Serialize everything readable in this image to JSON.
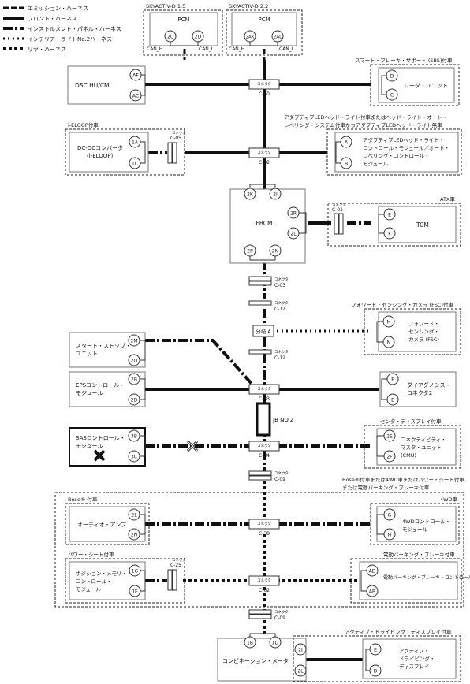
{
  "legend": [
    {
      "label": "エミッション・ハーネス"
    },
    {
      "label": "フロント・ハーネス"
    },
    {
      "label": "インストルメント・パネル・ハーネス"
    },
    {
      "label": "インテリア・ライトNo.2ハーネス"
    },
    {
      "label": "リヤ・ハーネス"
    }
  ],
  "labels": {
    "skyactiv15": "SKYACTIV-D 1.5",
    "skyactiv22": "SKYACTIV-D 2.2",
    "pcm": "PCM",
    "can_h": "CAN_H",
    "can_l": "CAN_L",
    "sbs_cond": "スマート・ブレーキ・サポート (SBS)付車",
    "radar": "レーダ・ユニット",
    "dsc": "DSC HU/CM",
    "eloop_cond": "i-ELOOP付車",
    "dcdc_l1": "DC-DCコンバータ",
    "dcdc_l2": "(i-ELOOP)",
    "led_cond_l1": "アダプティブLEDヘッド・ライト付車またはヘッド・ライト・オート・",
    "led_cond_l2": "レベリング・システム付車かつアダプティブLEDヘッド・ライト無車",
    "led_l1": "アダプティブLEDヘッド・ライト・",
    "led_l2": "コントロール・モジュール／オート・",
    "led_l3": "レベリング・コントロール・",
    "led_l4": "モジュール",
    "atx_cond": "ATX車",
    "fbcm": "FBCM",
    "tcm": "TCM",
    "fsc_cond": "フォワード・センシング・カメラ (FSC)付車",
    "fsc_l1": "フォワード・",
    "fsc_l2": "センシング・",
    "fsc_l3": "カメラ (FSC)",
    "branch_a": "分岐 A",
    "ss_l1": "スタート・ストップ・",
    "ss_l2": "ユニット",
    "eps_l1": "EPSコントロール・",
    "eps_l2": "モジュール",
    "dlc_l1": "ダイアグノシス・",
    "dlc_l2": "コネクタ2",
    "jb": "JB NO.2",
    "center_cond": "センタ・ディスプレイ付車",
    "sas_l1": "SASコントロール・",
    "sas_l2": "モジュール",
    "cmu_l1": "コネクティビティ・",
    "cmu_l2": "マスタ・ユニット",
    "cmu_l3": "(CMU)",
    "bose_cond_l1": "Bose®付車または4WD車またはパワー・シート付車",
    "bose_cond_l2": "または電動パーキング・ブレーキ付車",
    "bose_car": "Bose® 付車",
    "awd_car": "4WD車",
    "audio": "オーディオ・アンプ",
    "awd_l1": "4WDコントロール・",
    "awd_l2": "モジュール",
    "pseat_cond": "パワー・シート付車",
    "epb_cond": "電動パーキング・ブレーキ付車",
    "pos_l1": "ポジション・メモリ・",
    "pos_l2": "コントロール・",
    "pos_l3": "モジュール",
    "epb": "電動パーキング・ブレーキ・コントロール・モジュール",
    "adisp_cond": "アクティブ・ドライビング・ディスプレイ付車",
    "combi": "コンビネーション・メータ",
    "adisp_l1": "アクティブ・",
    "adisp_l2": "ドライビング・",
    "adisp_l3": "ディスプレイ",
    "connector_word": "コネクタ"
  },
  "connectors": {
    "c60": "C-60",
    "c32": "C-32",
    "c05": "C-05",
    "c01": "C-01",
    "c03": "C-03",
    "c12a": "C-12",
    "c12b": "C-12",
    "c33": "C-33",
    "c34": "C-34",
    "c09a": "C-09",
    "c38": "C-38",
    "c25": "C-25",
    "c62": "C-62",
    "c09b": "C-09"
  },
  "pins": {
    "pcm15_a": "2C",
    "pcm15_b": "2D",
    "pcm22_a": "2AK",
    "pcm22_b": "2AL",
    "radar_a": "D",
    "radar_b": "C",
    "dsc_a": "AF",
    "dsc_b": "AC",
    "dcdc_a": "1A",
    "dcdc_b": "1C",
    "led_a": "A",
    "led_b": "B",
    "fb_2k": "2K",
    "fb_2i": "2I",
    "fb_2r": "2R",
    "fb_2l": "2L",
    "fb_2p": "2P",
    "fb_2n": "2N",
    "tcm_a": "E",
    "tcm_b": "F",
    "fsc_a": "M",
    "fsc_b": "N",
    "ss_a": "2M",
    "ss_b": "2O",
    "eps_a": "2B",
    "eps_b": "2D",
    "dlc_a": "F",
    "dlc_b": "E",
    "sas_a": "3B",
    "sas_b": "3C",
    "cmu_a": "2E",
    "cmu_b": "2F",
    "aud_a": "2L",
    "aud_b": "2N",
    "awd_a": "G",
    "awd_b": "H",
    "pos_a": "1G",
    "pos_b": "1E",
    "epb_a": "AD",
    "epb_b": "AB",
    "cm_a": "1B",
    "cm_b": "1D",
    "ad_a": "2J",
    "ad_b": "2L",
    "ad_c": "E",
    "ad_d": "D"
  }
}
